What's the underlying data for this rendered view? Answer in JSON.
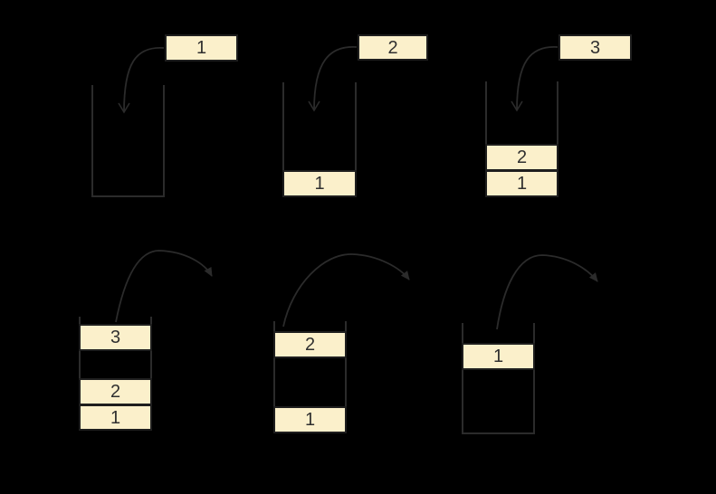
{
  "colors": {
    "background": "#000000",
    "stroke": "#2b2b2b",
    "box_fill": "#fbf0cb",
    "box_border": "#1e1e1e",
    "digit": "#303030"
  },
  "push_steps": [
    {
      "operand": "1",
      "stack": []
    },
    {
      "operand": "2",
      "stack": [
        "1"
      ]
    },
    {
      "operand": "3",
      "stack": [
        "1",
        "2"
      ]
    }
  ],
  "pop_steps": [
    {
      "popping": "3",
      "stack": [
        "1",
        "2"
      ]
    },
    {
      "popping": "2",
      "stack": [
        "1"
      ]
    },
    {
      "popping": "1",
      "stack": []
    }
  ]
}
